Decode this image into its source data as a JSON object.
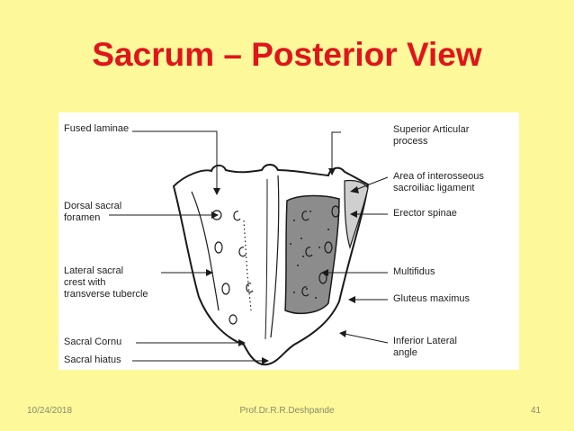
{
  "slide": {
    "title": "Sacrum – Posterior  View",
    "footer": {
      "date": "10/24/2018",
      "author": "Prof.Dr.R.R.Deshpande",
      "page": "41"
    }
  },
  "figure": {
    "labels_left": {
      "fused_laminae": "Fused laminae",
      "dorsal_foramen_1": "Dorsal sacral",
      "dorsal_foramen_2": "foramen",
      "lateral_crest_1": "Lateral sacral",
      "lateral_crest_2": "crest with",
      "lateral_crest_3": "transverse tubercle",
      "sacral_cornu": "Sacral Cornu",
      "sacral_hiatus": "Sacral hiatus"
    },
    "labels_right": {
      "superior_articular_1": "Superior Articular",
      "superior_articular_2": "process",
      "interosseous_1": "Area of interosseous",
      "interosseous_2": "sacroiliac ligament",
      "erector_spinae": "Erector spinae",
      "multifidus": "Multifidus",
      "gluteus_maximus": "Gluteus maximus",
      "inferior_lateral_1": "Inferior Lateral",
      "inferior_lateral_2": "angle"
    }
  }
}
